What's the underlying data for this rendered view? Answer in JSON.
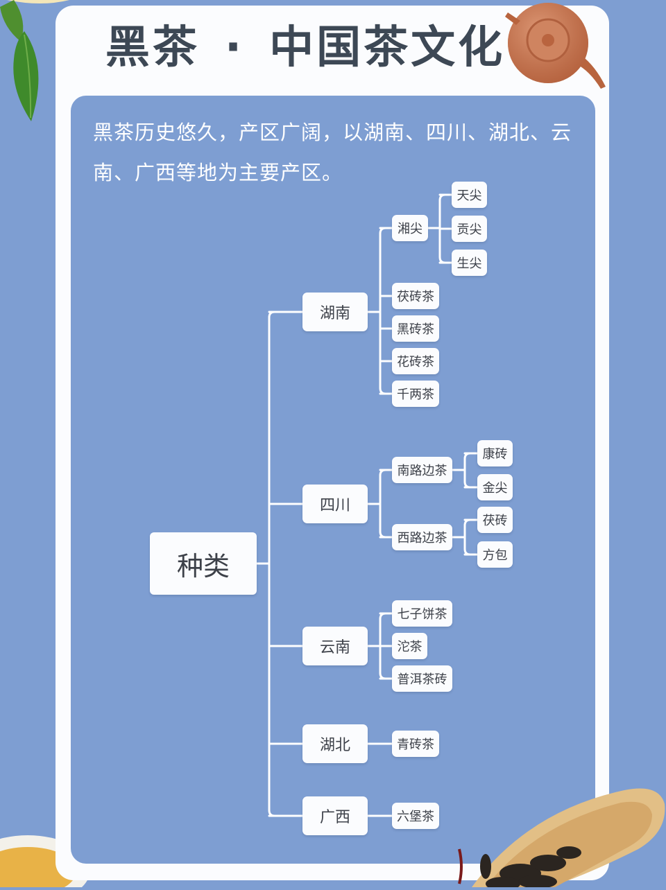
{
  "header": {
    "title_left": "黑茶",
    "title_dot": "·",
    "title_right": "中国茶文化"
  },
  "intro": "黑茶历史悠久，产区广阔，以湖南、四川、湖北、云南、广西等地为主要产区。",
  "tree": {
    "root": "种类",
    "regions": [
      {
        "name": "湖南",
        "children": [
          {
            "name": "湘尖",
            "children": [
              "天尖",
              "贡尖",
              "生尖"
            ]
          },
          {
            "name": "茯砖茶"
          },
          {
            "name": "黑砖茶"
          },
          {
            "name": "花砖茶"
          },
          {
            "name": "千两茶"
          }
        ]
      },
      {
        "name": "四川",
        "children": [
          {
            "name": "南路边茶",
            "children": [
              "康砖",
              "金尖"
            ]
          },
          {
            "name": "西路边茶",
            "children": [
              "茯砖",
              "方包"
            ]
          }
        ]
      },
      {
        "name": "云南",
        "children": [
          {
            "name": "七子饼茶"
          },
          {
            "name": "沱茶"
          },
          {
            "name": "普洱茶砖"
          }
        ]
      },
      {
        "name": "湖北",
        "children": [
          {
            "name": "青砖茶"
          }
        ]
      },
      {
        "name": "广西",
        "children": [
          {
            "name": "六堡茶"
          }
        ]
      }
    ]
  },
  "colors": {
    "background": "#7e9ed2",
    "card": "#fbfcfe",
    "title_text": "#3d4855",
    "node_text": "#3d4149",
    "connector": "#ffffff"
  },
  "decorations": [
    "tea-leaf-icon",
    "teapot-icon",
    "tea-scoop-icon"
  ]
}
